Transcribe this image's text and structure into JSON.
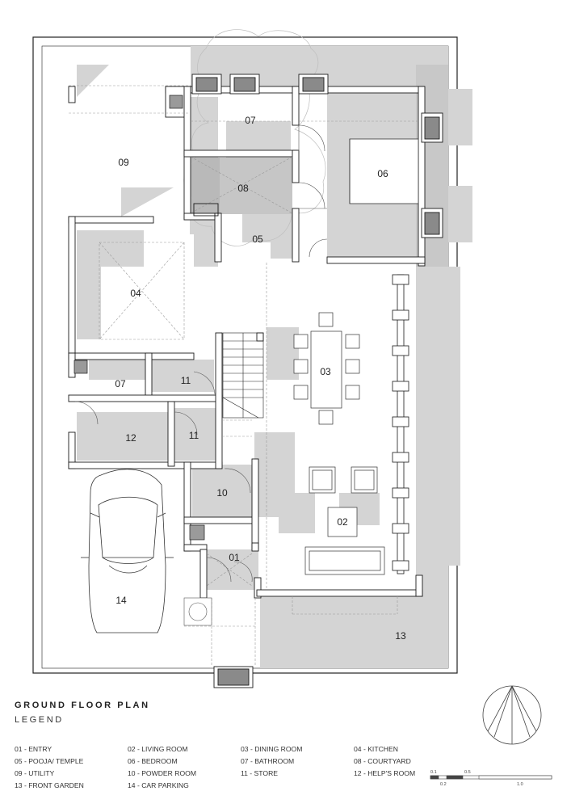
{
  "plan": {
    "title": "GROUND FLOOR PLAN",
    "subtitle": "LEGEND"
  },
  "rooms": {
    "r09": "09",
    "r07_top": "07",
    "r06": "06",
    "r08": "08",
    "r05": "05",
    "r04": "04",
    "r03": "03",
    "r07_mid": "07",
    "r11_a": "11",
    "r11_b": "11",
    "r12": "12",
    "r10": "10",
    "r02": "02",
    "r01": "01",
    "r14": "14",
    "r13": "13"
  },
  "legend": [
    "01 - ENTRY",
    "02 - LIVING ROOM",
    "03 - DINING ROOM",
    "04 - KITCHEN",
    "05 - POOJA/ TEMPLE",
    "06 - BEDROOM",
    "07 - BATHROOM",
    "08 - COURTYARD",
    "09 - UTILITY",
    "10 - POWDER ROOM",
    "11 - STORE",
    "12 - HELP'S ROOM",
    "13 - FRONT GARDEN",
    "14 - CAR PARKING"
  ],
  "scale": {
    "tick_0_1": "0.1",
    "tick_0_2": "0.2",
    "tick_0_5": "0.5",
    "tick_1_0": "1.0"
  },
  "colors": {
    "wall": "#ffffff",
    "wall_stroke": "#1a1a1a",
    "shadow": "#d2d2d2",
    "shadow_dark": "#bcbcbc",
    "floor_grey": "#e6e6e6"
  }
}
